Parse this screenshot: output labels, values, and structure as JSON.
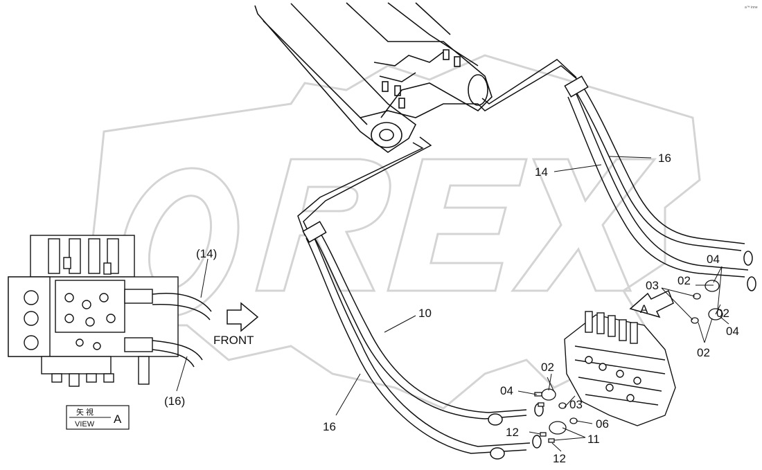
{
  "watermark": {
    "text": "OREX",
    "color": "#d9d9d9"
  },
  "corner_mark": "a™ inne",
  "view_box": {
    "top": "矢 視",
    "bottom": "VIEW",
    "letter": "A"
  },
  "front_label": "FRONT",
  "view_arrow_letter": "A",
  "callouts": [
    {
      "id": "c14",
      "text": "14"
    },
    {
      "id": "c16a",
      "text": "16"
    },
    {
      "id": "c10",
      "text": "10"
    },
    {
      "id": "c16b",
      "text": "16"
    },
    {
      "id": "c14p",
      "text": "(14)"
    },
    {
      "id": "c16p",
      "text": "(16)"
    },
    {
      "id": "c04a",
      "text": "04"
    },
    {
      "id": "c03a",
      "text": "03"
    },
    {
      "id": "c02a",
      "text": "02"
    },
    {
      "id": "c02b",
      "text": "02"
    },
    {
      "id": "c04b",
      "text": "04"
    },
    {
      "id": "c02c",
      "text": "02"
    },
    {
      "id": "c02d",
      "text": "02"
    },
    {
      "id": "c04c",
      "text": "04"
    },
    {
      "id": "c03b",
      "text": "03"
    },
    {
      "id": "c06",
      "text": "06"
    },
    {
      "id": "c12a",
      "text": "12"
    },
    {
      "id": "c11",
      "text": "11"
    },
    {
      "id": "c12b",
      "text": "12"
    }
  ]
}
